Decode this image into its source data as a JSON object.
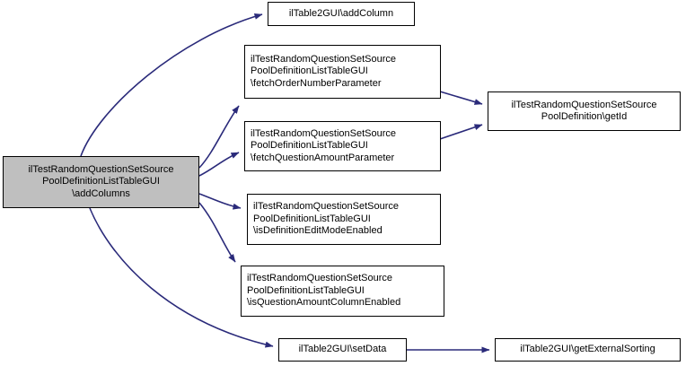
{
  "diagram": {
    "type": "call-graph",
    "title": "",
    "background_color": "#ffffff",
    "node_fill_color": "#ffffff",
    "root_node_fill_color": "#bfbfbf",
    "node_border_color": "#000000",
    "edge_color": "#2a2a7a",
    "nodes": [
      {
        "id": "root",
        "label": "ilTestRandomQuestionSetSource\nPoolDefinitionListTableGUI\n\\addColumns",
        "is_root": true
      },
      {
        "id": "add-column",
        "label": "ilTable2GUI\\addColumn",
        "is_root": false
      },
      {
        "id": "fetch-order-number-parameter",
        "label": "ilTestRandomQuestionSetSource\nPoolDefinitionListTableGUI\n\\fetchOrderNumberParameter",
        "is_root": false
      },
      {
        "id": "fetch-question-amount-parameter",
        "label": "ilTestRandomQuestionSetSource\nPoolDefinitionListTableGUI\n\\fetchQuestionAmountParameter",
        "is_root": false
      },
      {
        "id": "is-definition-edit-mode-enabled",
        "label": "ilTestRandomQuestionSetSource\nPoolDefinitionListTableGUI\n\\isDefinitionEditModeEnabled",
        "is_root": false
      },
      {
        "id": "is-question-amount-column-enabled",
        "label": "ilTestRandomQuestionSetSource\nPoolDefinitionListTableGUI\n\\isQuestionAmountColumnEnabled",
        "is_root": false
      },
      {
        "id": "set-data",
        "label": "ilTable2GUI\\setData",
        "is_root": false
      },
      {
        "id": "get-id",
        "label": "ilTestRandomQuestionSetSource\nPoolDefinition\\getId",
        "is_root": false
      },
      {
        "id": "get-external-sorting",
        "label": "ilTable2GUI\\getExternalSorting",
        "is_root": false
      }
    ],
    "edges": [
      {
        "from": "root",
        "to": "add-column"
      },
      {
        "from": "root",
        "to": "fetch-order-number-parameter"
      },
      {
        "from": "root",
        "to": "fetch-question-amount-parameter"
      },
      {
        "from": "root",
        "to": "is-definition-edit-mode-enabled"
      },
      {
        "from": "root",
        "to": "is-question-amount-column-enabled"
      },
      {
        "from": "root",
        "to": "set-data"
      },
      {
        "from": "fetch-order-number-parameter",
        "to": "get-id"
      },
      {
        "from": "fetch-question-amount-parameter",
        "to": "get-id"
      },
      {
        "from": "set-data",
        "to": "get-external-sorting"
      }
    ]
  }
}
